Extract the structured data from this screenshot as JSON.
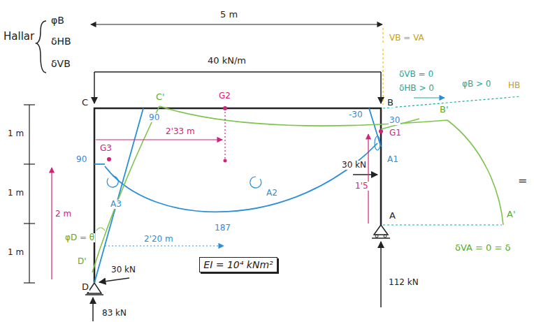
{
  "diagram": {
    "nodes": [
      {
        "text": [
          "EI = 10⁴ kNm²"
        ]
      }
    ],
    "labels": [
      "Hallar",
      "φB",
      "δHB",
      "δVB",
      "5 m",
      "40 kN/m",
      "C",
      "C'",
      "G2",
      "90",
      "2'33 m",
      "B",
      "B'",
      "-30",
      "30",
      "G1",
      "A1",
      "1'5",
      "30 kN",
      "A",
      "A'",
      "112 kN",
      "δVA = 0 = δ",
      "VB = VA",
      "δVB = 0",
      "δHB > 0",
      "φB > 0",
      "HB",
      "=",
      "1 m",
      "1 m",
      "1 m",
      "2 m",
      "90",
      "G3",
      "A3",
      "φD = θ",
      "2'20 m",
      "187",
      "A2",
      "D'",
      "D",
      "30 kN",
      "83 kN"
    ]
  }
}
